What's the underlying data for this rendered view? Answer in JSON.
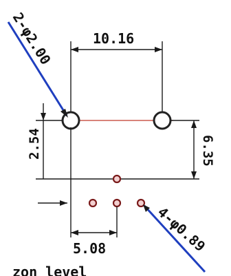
{
  "dimensions": {
    "top_spacing": "10.16",
    "left_offset": "2.54",
    "right_offset": "6.35",
    "bottom_spacing": "5.08"
  },
  "callouts": {
    "large_holes": "2-φ2.00",
    "small_holes": "4-φ0.89"
  },
  "footer_text": "zon level",
  "colors": {
    "leader": "#1f3fbf",
    "center_line": "#c0392b",
    "ink": "#1a1a1a"
  }
}
